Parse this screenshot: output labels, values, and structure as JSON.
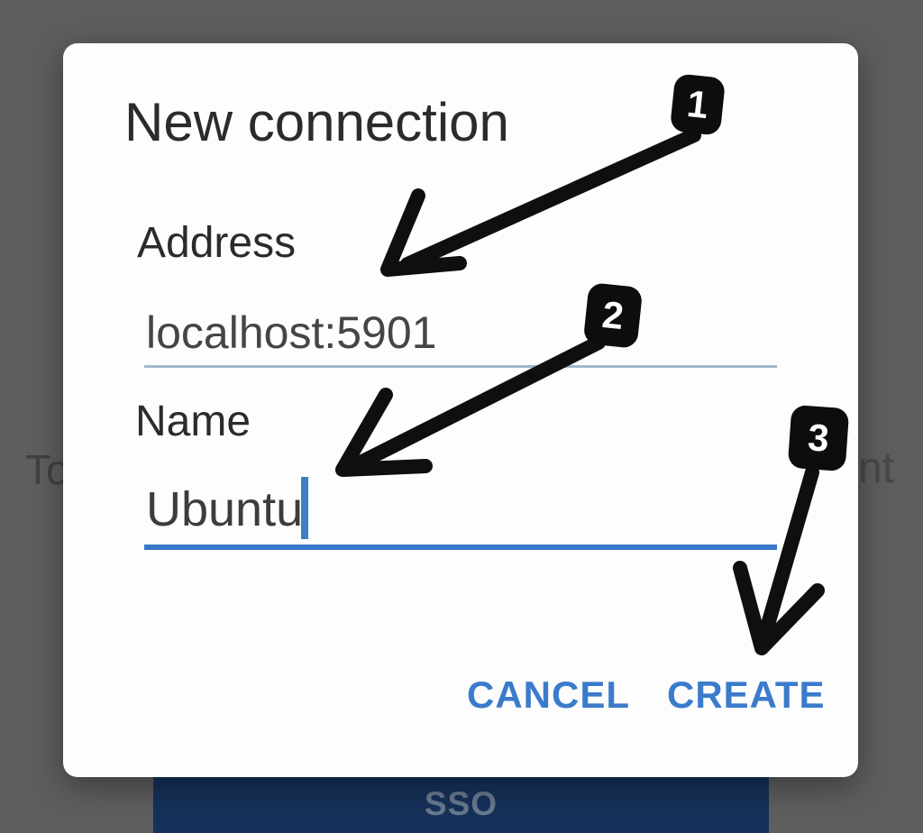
{
  "dialog": {
    "title": "New connection",
    "fields": [
      {
        "label": "Address",
        "value": "localhost:5901"
      },
      {
        "label": "Name",
        "value": "Ubuntu"
      }
    ],
    "actions": {
      "cancel_label": "CANCEL",
      "create_label": "CREATE"
    }
  },
  "background": {
    "left_text": "To",
    "right_text": "nt",
    "sso_label": "SSO"
  },
  "annotations": {
    "badges": [
      "1",
      "2",
      "3"
    ]
  },
  "colors": {
    "accent_blue": "#3878c8",
    "button_blue": "#3a7bcb",
    "address_underline": "#a3b7cb",
    "sso_background": "#16315a",
    "dim_overlay": "#5e5e5e"
  }
}
